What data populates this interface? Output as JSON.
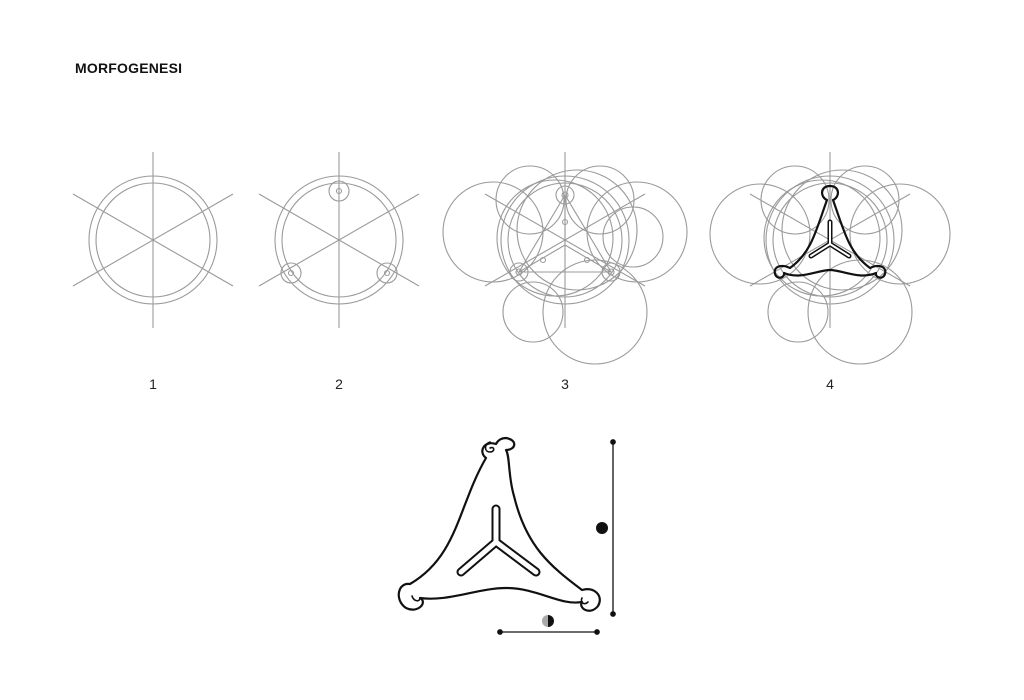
{
  "title": "MORFOGENESI",
  "steps": [
    "1",
    "2",
    "3",
    "4"
  ],
  "colors": {
    "construction": "#9a9a9a",
    "outline": "#111111",
    "background": "#ffffff"
  },
  "legend": {
    "height_marker": "filled-dot-icon",
    "width_marker": "half-filled-dot-icon"
  }
}
